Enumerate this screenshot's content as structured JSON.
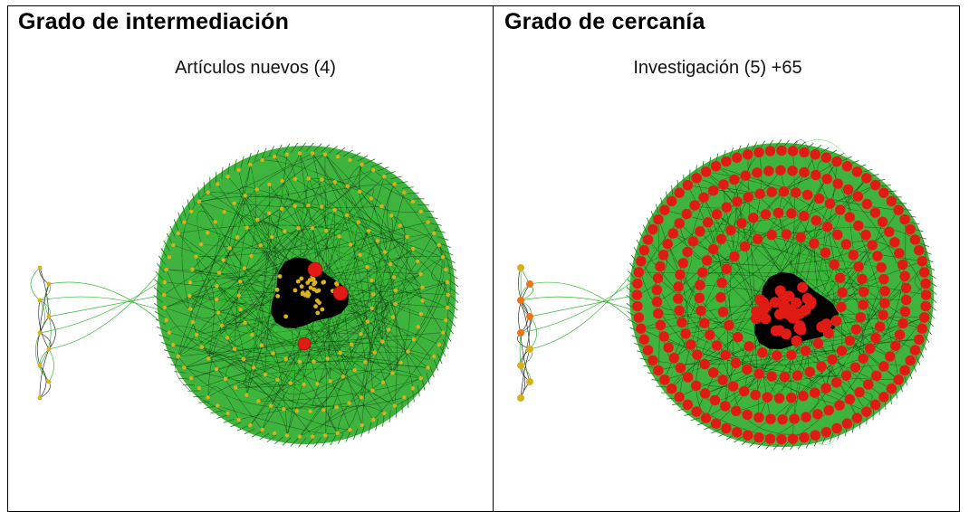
{
  "panels": [
    {
      "title": "Grado de intermediación",
      "subtitle": "Artículos nuevos (4)"
    },
    {
      "title": "Grado de cercanía",
      "subtitle": "Investigación (5) +65"
    }
  ],
  "colors": {
    "edge_green": "#1fa51f",
    "edge_dark": "#0c2a0c",
    "core_black": "#000000",
    "node_yellow": "#d8b21a",
    "node_red": "#e01b16",
    "node_orange": "#e8751a",
    "background": "#ffffff",
    "border": "#000000"
  }
}
